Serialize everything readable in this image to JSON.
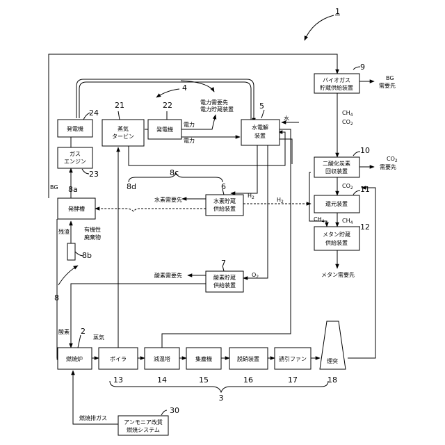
{
  "figure_number": "1",
  "system_number": "4",
  "group_number_3": "3",
  "group_number_8": "8",
  "nodes": {
    "generator_24": {
      "number": "24",
      "label": "発電機"
    },
    "gas_engine_23": {
      "number": "23",
      "line1": "ガス",
      "line2": "エンジン"
    },
    "fermenter_8a": {
      "number": "8a",
      "label": "発酵槽"
    },
    "organic_waste_8b": {
      "number": "8b",
      "line1": "有機性",
      "line2": "廃棄物"
    },
    "steam_turbine_21": {
      "number": "21",
      "line1": "蒸気",
      "line2": "タービン"
    },
    "generator_22": {
      "number": "22",
      "label": "発電機"
    },
    "electrolyzer_5": {
      "number": "5",
      "line1": "水電解",
      "line2": "装置"
    },
    "biogas_storage_9": {
      "number": "9",
      "line1": "バイオガス",
      "line2": "貯蔵供給装置"
    },
    "co2_recovery_10": {
      "number": "10",
      "line1": "二酸化炭素",
      "line2": "回収装置"
    },
    "reduction_11": {
      "number": "11",
      "label": "還元装置"
    },
    "methane_storage_12": {
      "number": "12",
      "line1": "メタン貯蔵",
      "line2": "供給装置"
    },
    "h2_storage_6": {
      "number": "6",
      "line1": "水素貯蔵",
      "line2": "供給装置"
    },
    "o2_storage_7": {
      "number": "7",
      "line1": "酸素貯蔵",
      "line2": "供給装置"
    },
    "furnace_2": {
      "number": "2",
      "label": "燃焼炉"
    },
    "boiler_13": {
      "number": "13",
      "label": "ボイラ"
    },
    "cooler_14": {
      "number": "14",
      "label": "減温塔"
    },
    "dust_15": {
      "number": "15",
      "label": "集塵機"
    },
    "denox_16": {
      "number": "16",
      "label": "脱硝装置"
    },
    "fan_17": {
      "number": "17",
      "label": "誘引ファン"
    },
    "stack_18": {
      "number": "18",
      "label": "煙突"
    },
    "ammonia_30": {
      "number": "30",
      "line1": "アンモニア改質",
      "line2": "燃焼システム"
    }
  },
  "labels": {
    "power_demand_1": "電力需要先",
    "power_demand_2": "電力貯蔵装置",
    "power_a": "電力",
    "power_b": "電力",
    "water": "水",
    "bg": "BG",
    "bg_demand_1": "BG",
    "bg_demand_2": "需要先",
    "ch4_label": "CH",
    "co2_label": "CO",
    "co2_demand": "需要先",
    "co2_demand_head": "CO",
    "co2_mid": "CO",
    "h2_a": "H",
    "h2_b": "H",
    "ch4_a": "CH",
    "ch4_b": "CH",
    "h2_demand": "水素需要先",
    "o2_demand": "酸素需要先",
    "o2": "O",
    "residue": "残渣",
    "oxygen": "酸素",
    "steam": "蒸気",
    "methane_demand": "メタン需要先",
    "exhaust": "燃焼排ガス",
    "label_8c": "8c",
    "label_8d": "8d"
  },
  "subscripts": {
    "four": "4",
    "two": "2"
  }
}
